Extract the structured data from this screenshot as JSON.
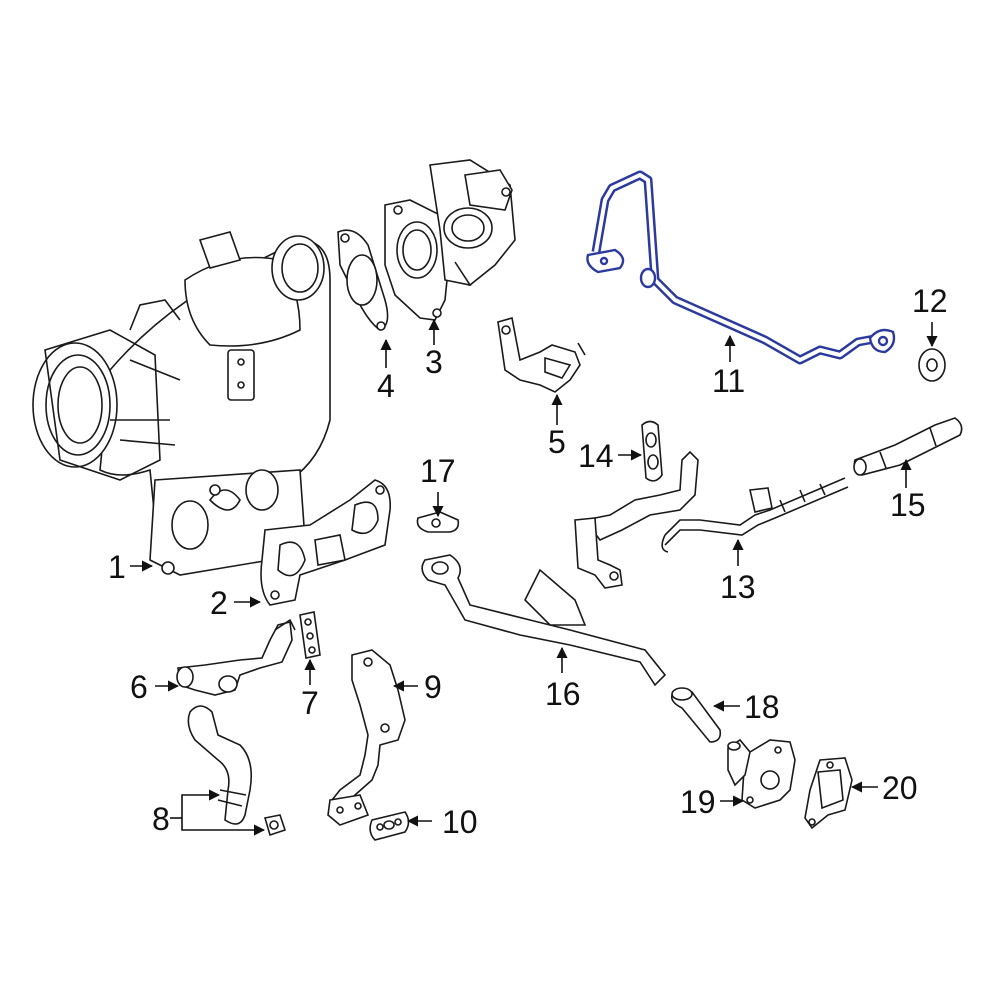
{
  "colors": {
    "line": "#1a1a1a",
    "highlight": "#2b3a9e",
    "background": "#ffffff"
  },
  "callouts": {
    "c1": "1",
    "c2": "2",
    "c3": "3",
    "c4": "4",
    "c5": "5",
    "c6": "6",
    "c7": "7",
    "c8": "8",
    "c9": "9",
    "c10": "10",
    "c11": "11",
    "c12": "12",
    "c13": "13",
    "c14": "14",
    "c15": "15",
    "c16": "16",
    "c17": "17",
    "c18": "18",
    "c19": "19",
    "c20": "20"
  },
  "highlighted_part": "11"
}
